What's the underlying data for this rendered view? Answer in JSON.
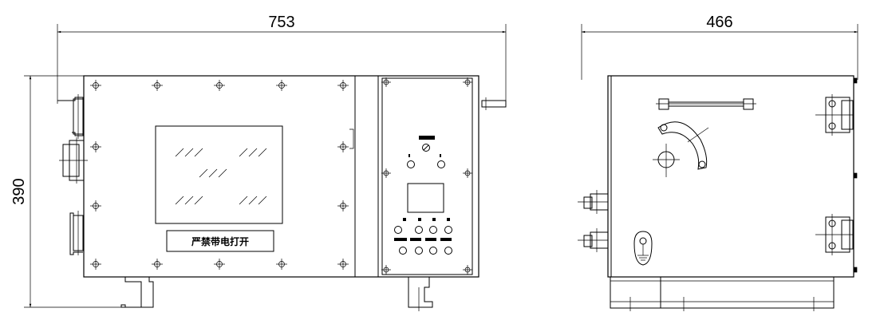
{
  "dimensions": {
    "front_width": "753",
    "height": "390",
    "side_depth": "466"
  },
  "front_view": {
    "nameplate_text": "严禁带电打开"
  },
  "colors": {
    "line": "#000000",
    "background": "#ffffff"
  }
}
